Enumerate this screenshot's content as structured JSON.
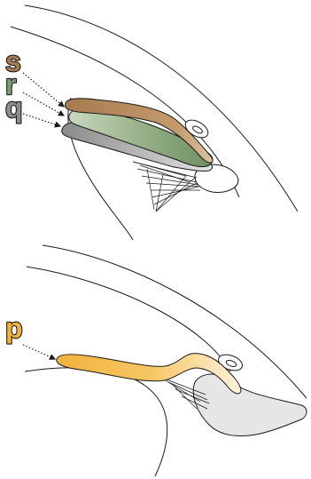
{
  "top_panel": {
    "labels": [
      {
        "text": "s",
        "color": "#a87a4f"
      },
      {
        "text": "r",
        "color": "#7f9c73"
      },
      {
        "text": "q",
        "color": "#8e8e8e"
      }
    ],
    "layer_colors": {
      "s": "#a87a4f",
      "r": "#7f9c73",
      "q": "#8e8e8e"
    }
  },
  "bottom_panel": {
    "labels": [
      {
        "text": "p",
        "color": "#f2b23e"
      }
    ],
    "layer_colors": {
      "p": "#f2b23e"
    }
  },
  "colors": {
    "outline": "#1a1a1a",
    "body_fill": "#e6e6e6",
    "background": "#ffffff"
  }
}
